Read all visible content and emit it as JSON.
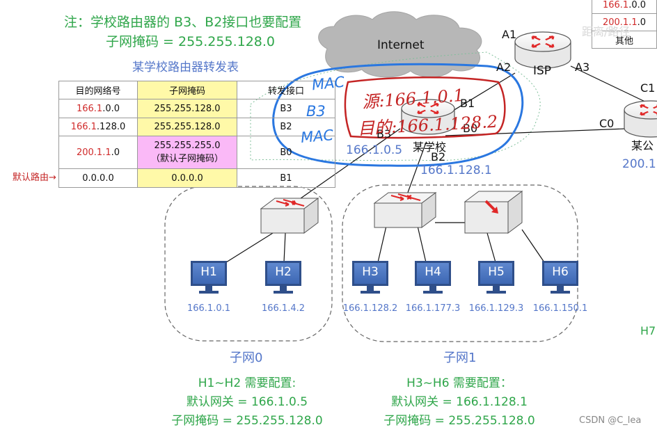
{
  "note": {
    "line1": "注：学校路由器的 B3、B2接口也要配置",
    "line2": "子网掩码 = 255.255.128.0"
  },
  "table_title": "某学校路由器转发表",
  "forwarding_table": {
    "headers": [
      "目的网络号",
      "子网掩码",
      "转发接口"
    ],
    "rows": [
      {
        "net_prefix": "166.1",
        "net_suffix": ".0.0",
        "mask": "255.255.128.0",
        "mask_note": "",
        "iface": "B3"
      },
      {
        "net_prefix": "166.1",
        "net_suffix": ".128.0",
        "mask": "255.255.128.0",
        "mask_note": "",
        "iface": "B2"
      },
      {
        "net_prefix": "200.1.1",
        "net_suffix": ".0",
        "mask": "255.255.255.0",
        "mask_note": "（默认子网掩码）",
        "iface": "B0"
      },
      {
        "net_prefix": "",
        "net_suffix": "0.0.0.0",
        "mask": "0.0.0.0",
        "mask_note": "",
        "iface": "B1"
      }
    ],
    "default_route_label": "默认路由→"
  },
  "partial_table": {
    "rows": [
      {
        "prefix": "166.1",
        "suffix": ".0.0"
      },
      {
        "prefix": "200.1.1",
        "suffix": ".0"
      },
      {
        "prefix": "",
        "suffix": "其他"
      }
    ],
    "faded_text": "距离/路径"
  },
  "internet_label": "Internet",
  "isp": {
    "label": "ISP",
    "ports": [
      "A1",
      "A2",
      "A3"
    ]
  },
  "school_router": {
    "label": "某学校",
    "ports": [
      "B1",
      "B3",
      "B0",
      "B2"
    ],
    "b3_ip": "166.1.0.5",
    "b2_ip": "166.1.128.1"
  },
  "other_router": {
    "label": "某公",
    "ports": [
      "C1",
      "C0"
    ],
    "ip": "200.1."
  },
  "handwriting": {
    "red_line1": "源:166.1.0.1",
    "red_line2": "目的:166.1.128.2",
    "blue_chars": [
      "MAC",
      "B3",
      "MAC"
    ]
  },
  "hosts": [
    {
      "name": "H1",
      "ip": "166.1.0.1"
    },
    {
      "name": "H2",
      "ip": "166.1.4.2"
    },
    {
      "name": "H3",
      "ip": "166.1.128.2"
    },
    {
      "name": "H4",
      "ip": "166.1.177.3"
    },
    {
      "name": "H5",
      "ip": "166.1.129.3"
    },
    {
      "name": "H6",
      "ip": "166.1.150.1"
    }
  ],
  "h7_label": "H7",
  "subnets": [
    {
      "name": "子网0",
      "config_title": "H1~H2 需要配置:",
      "gateway": "默认网关 = 166.1.0.5",
      "mask": "子网掩码 = 255.255.128.0"
    },
    {
      "name": "子网1",
      "config_title": "H3~H6 需要配置：",
      "gateway": "默认网关 = 166.1.128.1",
      "mask": "子网掩码 = 255.255.128.0"
    }
  ],
  "watermark": "CSDN @C_lea",
  "colors": {
    "note_green": "#2fa64a",
    "ip_blue": "#5577c9",
    "handwriting_red": "#c42424",
    "handwriting_blue": "#2a77e0",
    "mask_cell_yellow": "#fff9a8",
    "mask_cell_pink": "#fab9f7",
    "router_arrow_red": "#e02828"
  },
  "icons": [
    "router-icon",
    "switch-icon",
    "hub-icon",
    "monitor-icon",
    "cloud-icon"
  ]
}
